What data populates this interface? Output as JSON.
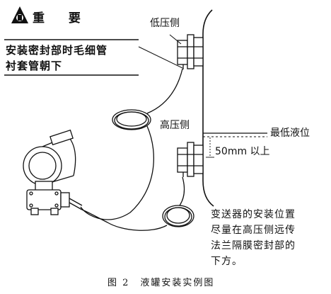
{
  "notice": {
    "title": "重 要",
    "lines": [
      "安装密封部时毛细管",
      "衬套管朝下"
    ]
  },
  "labels": {
    "low_side": "低压侧",
    "high_side": "高压侧",
    "min_level": "最低液位",
    "offset": "50mm 以上"
  },
  "description": {
    "lines": [
      "变送器的安装位置",
      "尽量在高压侧远传",
      "法兰隔膜密封部的",
      "下方。"
    ]
  },
  "caption": "图 2　液罐安装实例图",
  "colors": {
    "line": "#111111",
    "background": "#ffffff"
  }
}
